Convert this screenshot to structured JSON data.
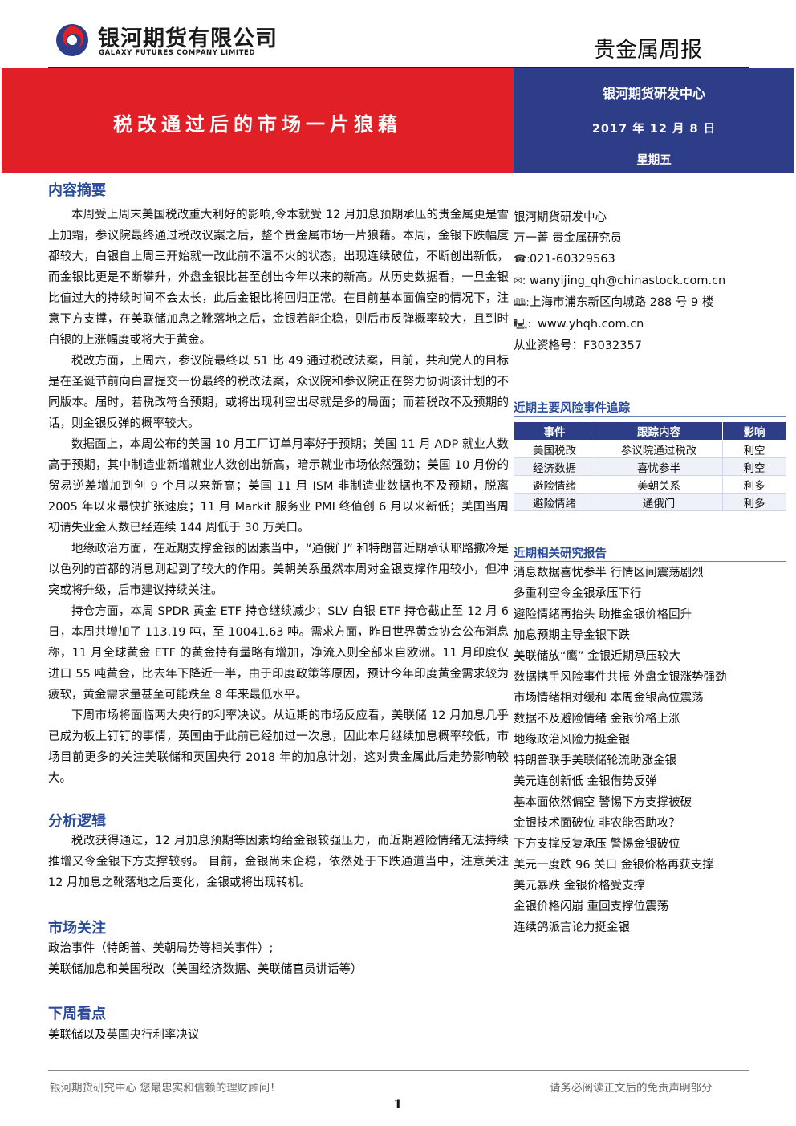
{
  "header": {
    "company_cn": "银河期货有限公司",
    "company_en": "GALAXY FUTURES COMPANY LIMITED",
    "report_type": "贵金属周报",
    "logo_icon": "galaxy-swirl-logo"
  },
  "banner": {
    "title": "税改通过后的市场一片狼藉",
    "research_center": "银河期货研发中心",
    "date": "2017 年 12 月 8 日",
    "weekday": "星期五",
    "colors": {
      "left": "#e11f26",
      "right": "#2e3d88"
    }
  },
  "summary": {
    "heading": "内容摘要",
    "paragraphs": [
      "本周受上周末美国税改重大利好的影响,令本就受 12 月加息预期承压的贵金属更是雪上加霜，参议院最终通过税改议案之后，整个贵金属市场一片狼藉。本周，金银下跌幅度都较大，白银自上周三开始就一改此前不温不火的状态，出现连续破位，不断创出新低，而金银比更是不断攀升，外盘金银比甚至创出今年以来的新高。从历史数据看，一旦金银比值过大的持续时间不会太长，此后金银比将回归正常。在目前基本面偏空的情况下，注意下方支撑，在美联储加息之靴落地之后，金银若能企稳，则后市反弹概率较大，且到时白银的上涨幅度或将大于黄金。",
      "税改方面，上周六，参议院最终以 51 比 49 通过税改法案，目前，共和党人的目标是在圣诞节前向白宫提交一份最终的税改法案，众议院和参议院正在努力协调该计划的不同版本。届时，若税改符合预期，或将出现利空出尽就是多的局面；而若税改不及预期的话，则金银反弹的概率较大。",
      "数据面上，本周公布的美国 10 月工厂订单月率好于预期；美国 11 月 ADP 就业人数高于预期，其中制造业新增就业人数创出新高，暗示就业市场依然强劲；美国 10 月份的贸易逆差增加到创 9 个月以来新高；美国 11 月 ISM 非制造业数据也不及预期，脱离 2005 年以来最快扩张速度；11 月 Markit 服务业 PMI 终值创 6 月以来新低；美国当周初请失业金人数已经连续 144 周低于 30 万关口。",
      "地缘政治方面，在近期支撑金银的因素当中，“通俄门” 和特朗普近期承认耶路撒冷是以色列的首都的消息则起到了较大的作用。美朝关系虽然本周对金银支撑作用较小，但冲突或将升级，后市建议持续关注。",
      "持仓方面，本周 SPDR 黄金 ETF 持仓继续减少；SLV 白银 ETF 持仓截止至 12 月 6 日，本周共增加了 113.19 吨，至 10041.63 吨。需求方面，昨日世界黄金协会公布消息称，11 月全球黄金 ETF 的黄金持有量略有增加，净流入则全部来自欧洲。11 月印度仅进口 55 吨黄金，比去年下降近一半，由于印度政策等原因，预计今年印度黄金需求较为疲软，黄金需求量甚至可能跌至 8 年来最低水平。",
      "下周市场将面临两大央行的利率决议。从近期的市场反应看，美联储 12 月加息几乎已成为板上钉钉的事情，英国由于此前已经加过一次息，因此本月继续加息概率较低，市场目前更多的关注美联储和英国央行 2018 年的加息计划，这对贵金属此后走势影响较大。"
    ]
  },
  "logic": {
    "heading": "分析逻辑",
    "paragraph": "税改获得通过，12 月加息预期等因素均给金银较强压力，而近期避险情绪无法持续推增又令金银下方支撑较弱。 目前，金银尚未企稳，依然处于下跌通道当中，注意关注 12 月加息之靴落地之后变化，金银或将出现转机。"
  },
  "focus": {
    "heading": "市场关注",
    "items": [
      "政治事件（特朗普、美朝局势等相关事件）;",
      "美联储加息和美国税改（美国经济数据、美联储官员讲话等）"
    ]
  },
  "next_week": {
    "heading": "下周看点",
    "text": "美联储以及英国央行利率决议"
  },
  "contact": {
    "center": "银河期货研发中心",
    "analyst": "万一菁    贵金属研究员",
    "phone": "021-60329563",
    "email": "wanyijing_qh@chinastock.com.cn",
    "address": "上海市浦东新区向城路 288 号 9 楼",
    "website": "www.yhqh.com.cn",
    "license": "从业资格号：F3032357"
  },
  "risk_tracking": {
    "heading": "近期主要风险事件追踪",
    "columns": [
      "事件",
      "跟踪内容",
      "影响"
    ],
    "rows": [
      [
        "美国税改",
        "参议院通过税改",
        "利空"
      ],
      [
        "经济数据",
        "喜忧参半",
        "利空"
      ],
      [
        "避险情绪",
        "美朝关系",
        "利多"
      ],
      [
        "避险情绪",
        "通俄门",
        "利多"
      ]
    ]
  },
  "related_reports": {
    "heading": "近期相关研究报告",
    "items": [
      "消息数据喜忧参半 行情区间震荡剧烈",
      "多重利空令金银承压下行",
      "避险情绪再抬头 助推金银价格回升",
      "加息预期主导金银下跌",
      "美联储放“鹰”    金银近期承压较大",
      "数据携手风险事件共振 外盘金银涨势强劲",
      "市场情绪相对缓和 本周金银高位震荡",
      "数据不及避险情绪 金银价格上涨",
      "地缘政治风险力挺金银",
      "特朗普联手美联储轮流助涨金银",
      "美元连创新低 金银借势反弹",
      "基本面依然偏空 警惕下方支撑被破",
      "金银技术面破位 非农能否助攻？",
      "下方支撑反复承压 警惕金银破位",
      "美元一度跌 96 关口 金银价格再获支撑",
      "美元暴跌 金银价格受支撑",
      "金银价格闪崩 重回支撑位震荡",
      "连续鸽派言论力挺金银"
    ]
  },
  "footer": {
    "left": "银河期货研究中心  您最忠实和信赖的理财顾问！",
    "right": "请务必阅读正文后的免责声明部分",
    "page": "1"
  }
}
